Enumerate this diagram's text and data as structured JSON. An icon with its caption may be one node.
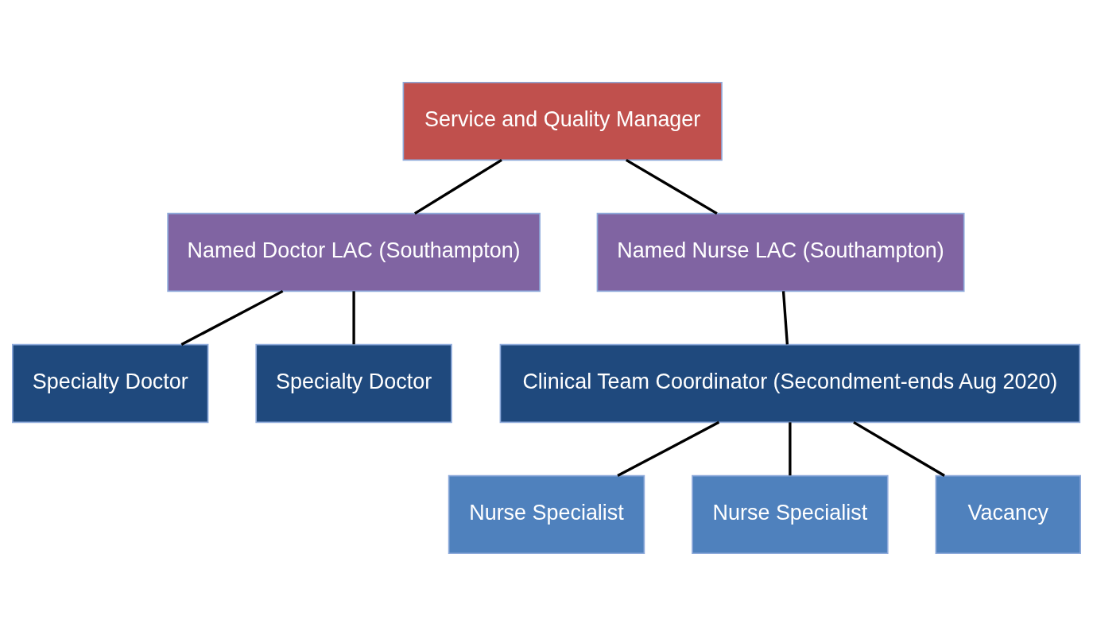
{
  "diagram": {
    "nodes": [
      {
        "text": [
          "Service and Quality Manager"
        ]
      },
      {
        "text": [
          "Named Doctor LAC (Southampton)"
        ]
      },
      {
        "text": [
          "Named Nurse LAC (Southampton)"
        ]
      },
      {
        "text": [
          "Specialty Doctor"
        ]
      },
      {
        "text": [
          "Specialty Doctor"
        ]
      },
      {
        "text": [
          "Clinical Team Coordinator (Secondment-ends Aug 2020)"
        ]
      },
      {
        "text": [
          "Nurse Specialist"
        ]
      },
      {
        "text": [
          "Nurse Specialist"
        ]
      },
      {
        "text": [
          "Vacancy"
        ]
      }
    ],
    "edges": [
      {
        "from": 0,
        "to": 1,
        "arrow": "none"
      },
      {
        "from": 0,
        "to": 2,
        "arrow": "none"
      },
      {
        "from": 1,
        "to": 3,
        "arrow": "none"
      },
      {
        "from": 1,
        "to": 4,
        "arrow": "none"
      },
      {
        "from": 2,
        "to": 5,
        "arrow": "none"
      },
      {
        "from": 5,
        "to": 6,
        "arrow": "none"
      },
      {
        "from": 5,
        "to": 7,
        "arrow": "none"
      },
      {
        "from": 5,
        "to": 8,
        "arrow": "none"
      }
    ]
  }
}
